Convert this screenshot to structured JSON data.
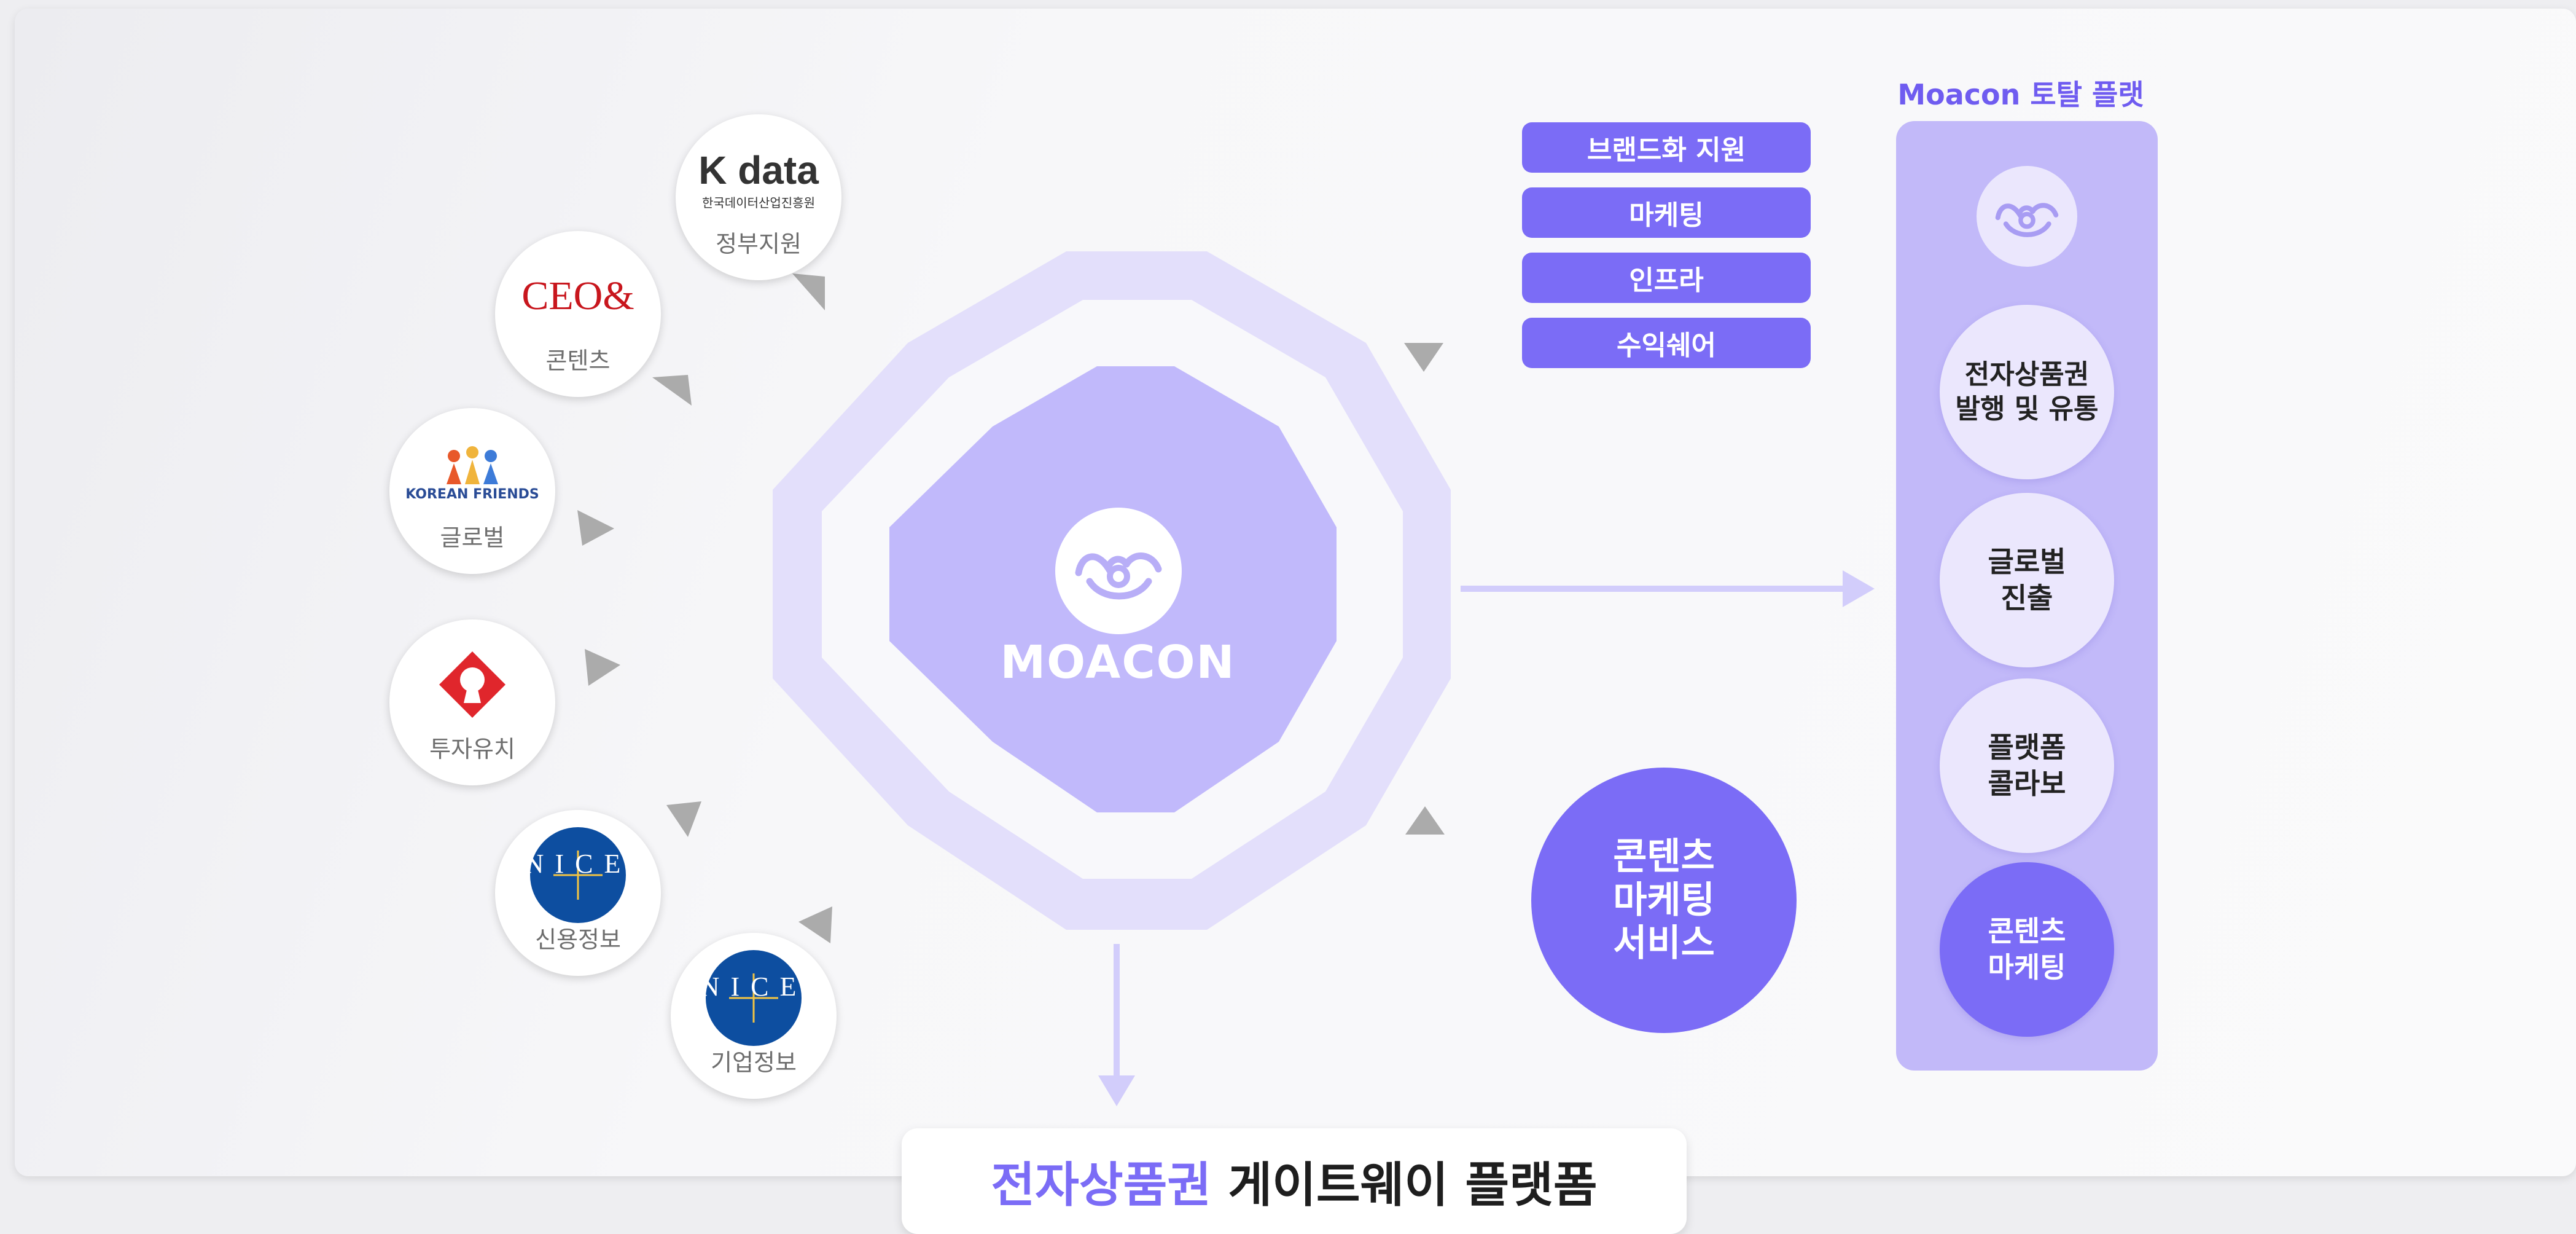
{
  "partners": [
    {
      "logo_text": "K data",
      "logo_subtext": "한국데이터산업진흥원",
      "label": "정부지원"
    },
    {
      "logo_text": "CEO&",
      "label": "콘텐츠"
    },
    {
      "logo_text": "KOREAN FRIENDS",
      "label": "글로벌"
    },
    {
      "label": "투자유치"
    },
    {
      "logo_text": "NICE",
      "label": "신용정보"
    },
    {
      "logo_text": "NICE",
      "label": "기업정보"
    }
  ],
  "center": {
    "brand": "MOACON"
  },
  "services": [
    "브랜드화 지원",
    "마케팅",
    "인프라",
    "수익쉐어"
  ],
  "content_marketing_service": "콘텐츠\n마케팅\n서비스",
  "total_platform": {
    "title": "Moacon 토탈 플랫폼",
    "stages": [
      {
        "label": "전자상품권\n발행 및 유통",
        "active": false
      },
      {
        "label": "글로벌\n진출",
        "active": false
      },
      {
        "label": "플랫폼\n콜라보",
        "active": false
      },
      {
        "label": "콘텐츠\n마케팅",
        "active": true
      }
    ]
  },
  "bottom_title": {
    "highlight": "전자상품권",
    "rest": " 게이트웨이 플랫폼"
  },
  "colors": {
    "accent": "#7b6cf6",
    "light_purple": "#c2b9f9",
    "pale_purple": "#ebe7fd",
    "arrow_gray": "#ababab"
  }
}
